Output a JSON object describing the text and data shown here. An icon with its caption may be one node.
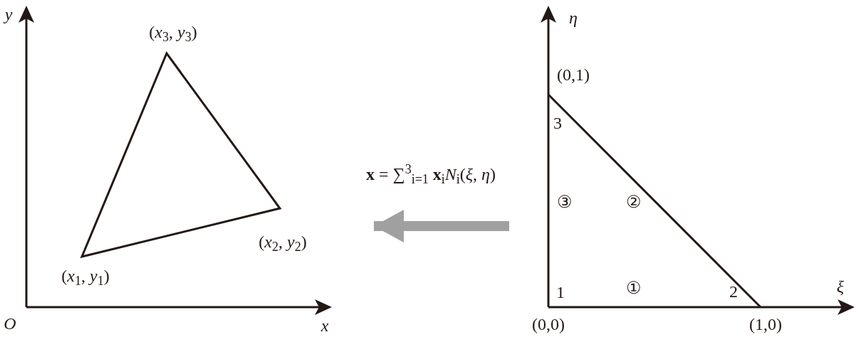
{
  "diagram": {
    "nodes": [
      {
        "text": [],
        "shape": "picture"
      },
      {
        "text": [],
        "shape": "picture"
      }
    ],
    "edges": [
      {
        "from": 1,
        "to": 0,
        "arrow": "to",
        "label": "**x** = ∑$^{3}$$_{i=1}$ **x**$_{i}$*N*$_{i}$(*ξ*, *η*)",
        "color": "#a0a0a0"
      }
    ],
    "labels": [
      "*y*",
      "(*x*$_{3}$, *y*$_{3}$)",
      "(*x*$_{2}$, *y*$_{2}$)",
      "(*x*$_{1}$, *y*$_{1}$)",
      "*O*",
      "*x*",
      "*η*",
      "(0,1)",
      "3",
      "③",
      "②",
      "1",
      "①",
      "2",
      "*ξ*",
      "(0,0)",
      "(1,0)"
    ]
  }
}
